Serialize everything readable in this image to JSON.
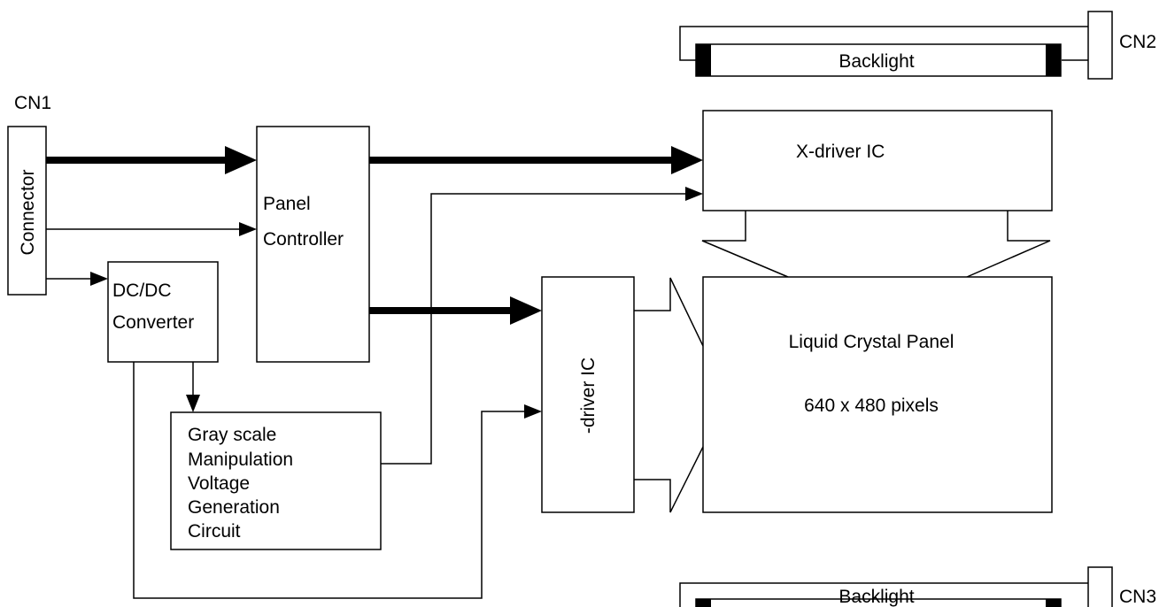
{
  "labels": {
    "cn1": "CN1",
    "cn2": "CN2",
    "cn3": "CN3",
    "connector": "Connector",
    "dcdc_line1": "DC/DC",
    "dcdc_line2": "Converter",
    "panel_ctrl_line1": "Panel",
    "panel_ctrl_line2": "Controller",
    "gray_lines": [
      "Gray scale",
      "Manipulation",
      "Voltage",
      "Generation",
      "Circuit"
    ],
    "x_driver": "X-driver IC",
    "y_driver": "-driver IC",
    "lcd_line1": "Liquid Crystal Panel",
    "lcd_line2": "640 x 480 pixels",
    "backlight_top": "Backlight",
    "backlight_bottom": "Backlight"
  },
  "colors": {
    "stroke": "#000000",
    "background": "#ffffff"
  }
}
